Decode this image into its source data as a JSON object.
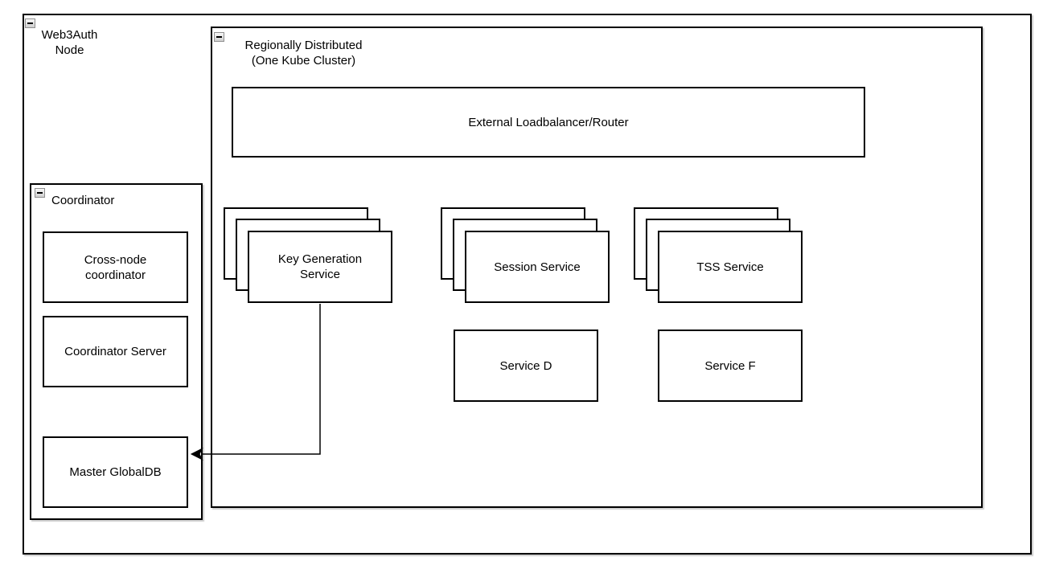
{
  "colors": {
    "stroke": "#000000",
    "fill": "#ffffff",
    "shadow_tint": "#d9d9d9"
  },
  "web3auth_node": {
    "label": "Web3Auth\nNode"
  },
  "regionally_distributed": {
    "label": "Regionally Distributed\n(One Kube Cluster)"
  },
  "loadbalancer": {
    "label": "External Loadbalancer/Router"
  },
  "service_stacks": [
    {
      "label": "Key Generation\nService",
      "stack_count": 3
    },
    {
      "label": "Session Service",
      "stack_count": 3
    },
    {
      "label": "TSS Service",
      "stack_count": 3
    }
  ],
  "services": [
    {
      "label": "Service D"
    },
    {
      "label": "Service F"
    }
  ],
  "coordinator": {
    "label": "Coordinator",
    "boxes": [
      {
        "label": "Cross-node\ncoordinator"
      },
      {
        "label": "Coordinator Server"
      },
      {
        "label": "Master GlobalDB"
      }
    ]
  },
  "connections": [
    {
      "from": "Key Generation Service",
      "to": "Master GlobalDB",
      "style": "elbow-arrow"
    }
  ]
}
